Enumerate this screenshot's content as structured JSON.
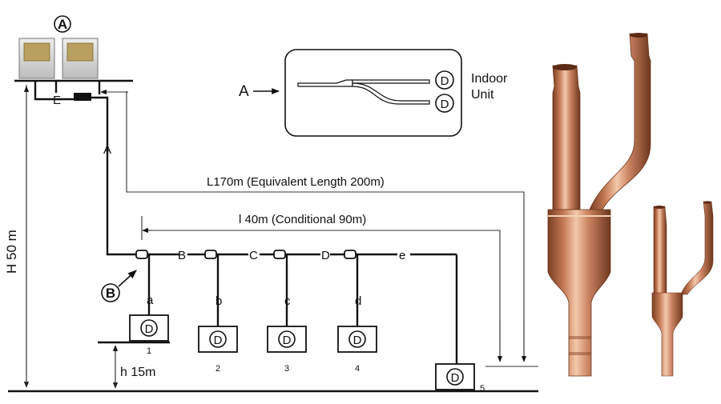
{
  "outdoor": {
    "label": "A",
    "junction_label": "E"
  },
  "pipes": {
    "main": "A",
    "segments": [
      "B",
      "C",
      "D",
      "e"
    ]
  },
  "branch_label": "B",
  "indoor_units": [
    {
      "letter": "D",
      "pipe": "a",
      "number": "1"
    },
    {
      "letter": "D",
      "pipe": "b",
      "number": "2"
    },
    {
      "letter": "D",
      "pipe": "c",
      "number": "3"
    },
    {
      "letter": "D",
      "pipe": "d",
      "number": "4"
    },
    {
      "letter": "D",
      "pipe": "",
      "number": "5"
    }
  ],
  "dimensions": {
    "H": "H 50 m",
    "h": "h 15m",
    "L": "L170m (Equivalent Length 200m)",
    "l": "l 40m (Conditional 90m)"
  },
  "inset": {
    "pointer_label": "A",
    "unit_letters": [
      "D",
      "D"
    ],
    "caption_line1": "Indoor",
    "caption_line2": "Unit"
  },
  "colors": {
    "copper": "#c47a55",
    "copper_dark": "#8a4a2c",
    "copper_light": "#f2c1a3"
  }
}
